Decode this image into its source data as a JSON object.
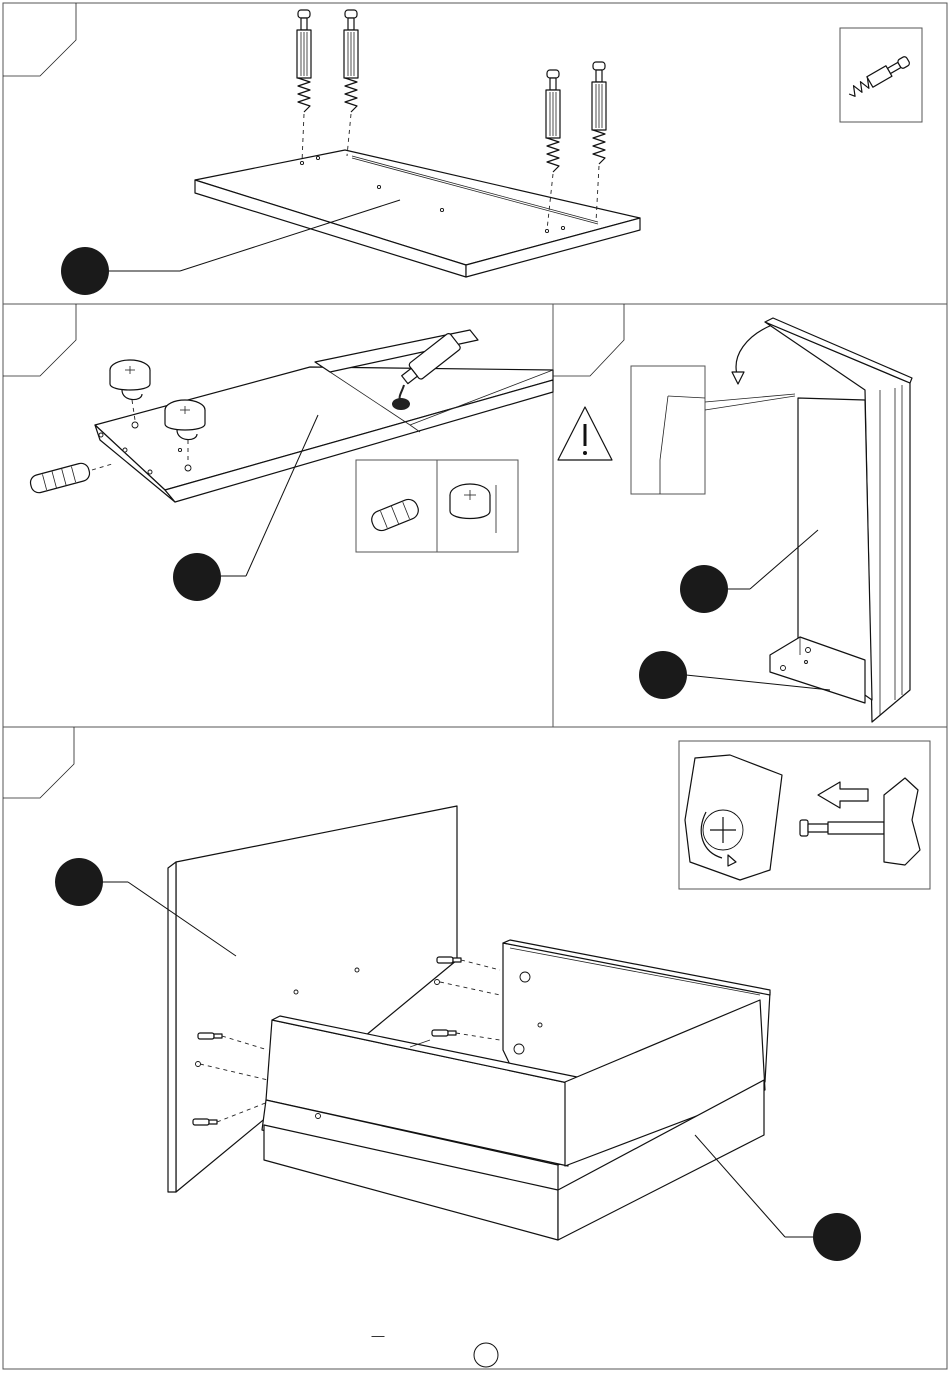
{
  "steps": [
    {
      "id": "step-1",
      "number": "",
      "part_callouts": [
        ""
      ]
    },
    {
      "id": "step-2",
      "number": "",
      "part_callouts": [
        ""
      ]
    },
    {
      "id": "step-3",
      "number": "",
      "part_callouts": [
        "",
        ""
      ]
    },
    {
      "id": "step-4",
      "number": "",
      "part_callouts": [
        "",
        ""
      ]
    }
  ],
  "footer": {
    "line": "—",
    "page_number": ""
  },
  "icons": [
    "cam-bolt-icon",
    "cam-lock-icon",
    "wooden-dowel-icon",
    "glue-tube-icon",
    "warning-icon",
    "rotate-arrow-icon",
    "push-arrow-icon"
  ]
}
